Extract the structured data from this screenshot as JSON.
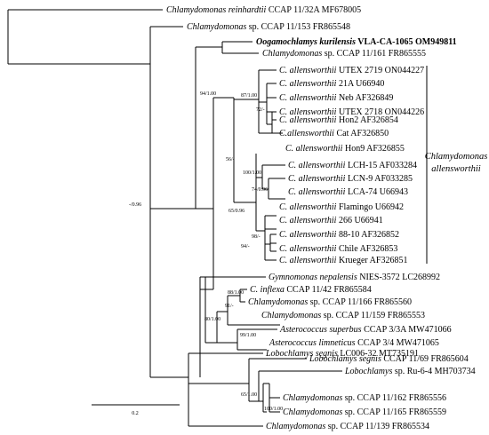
{
  "tips": [
    {
      "genus": "Chlamydomonas",
      "epithet": "reinhardtii",
      "rest": " CCAP 11/32A MF678005"
    },
    {
      "genus": "Chlamydomonas",
      "epithet": "",
      "rest": " sp. CCAP 11/153 FR865548"
    },
    {
      "genus": "Oogamochlamys",
      "epithet": "kurilensis",
      "rest": " VLA-CA-1065 OM949811",
      "bold": true
    },
    {
      "genus": "Chlamydomonas",
      "epithet": "",
      "rest": " sp. CCAP 11/161 FR865555"
    },
    {
      "genus": "C.",
      "epithet": "allensworthii",
      "rest": " UTEX 2719 ON044227"
    },
    {
      "genus": "C.",
      "epithet": "allensworthii",
      "rest": " 21A U66940"
    },
    {
      "genus": "C.",
      "epithet": "allensworthii",
      "rest": " Neb AF326849"
    },
    {
      "genus": "C.",
      "epithet": "allensworthii",
      "rest": " UTEX 2718 ON044226"
    },
    {
      "genus": "C.",
      "epithet": "allensworthii",
      "rest": " Hon2 AF326854"
    },
    {
      "genus": "C.",
      "epithet": "allensworthii",
      "rest": " Cat AF326850"
    },
    {
      "genus": "C.",
      "epithet": "allensworthii",
      "rest": " Hon9 AF326855"
    },
    {
      "genus": "C.",
      "epithet": "allensworthii",
      "rest": " LCH-15 AF033284"
    },
    {
      "genus": "C.",
      "epithet": "allensworthii",
      "rest": " LCN-9 AF033285"
    },
    {
      "genus": "C.",
      "epithet": "allensworthii",
      "rest": " LCA-74 U66943"
    },
    {
      "genus": "C.",
      "epithet": "allensworthii",
      "rest": " Flamingo U66942"
    },
    {
      "genus": "C.",
      "epithet": "allensworthii",
      "rest": " 266 U66941"
    },
    {
      "genus": "C.",
      "epithet": "allensworthii",
      "rest": " 88-10 AF326852"
    },
    {
      "genus": "C.",
      "epithet": "allensworthii",
      "rest": " Chile AF326853"
    },
    {
      "genus": "C.",
      "epithet": "allensworthii",
      "rest": " Krueger AF326851"
    },
    {
      "genus": "Gymnomonas",
      "epithet": "nepalensis",
      "rest": " NIES-3572 LC268992"
    },
    {
      "genus": "C.",
      "epithet": "inflexa",
      "rest": " CCAP 11/42 FR865584"
    },
    {
      "genus": "Chlamydomonas",
      "epithet": "",
      "rest": " sp. CCAP 11/166 FR865560"
    },
    {
      "genus": "Chlamydomonas",
      "epithet": "",
      "rest": " sp. CCAP 11/159 FR865553"
    },
    {
      "genus": "Asterococcus",
      "epithet": "superbus",
      "rest": " CCAP 3/3A MW471066"
    },
    {
      "genus": "Asterococcus",
      "epithet": "limneticus",
      "rest": " CCAP 3/4 MW471065"
    },
    {
      "genus": "Lobochlamys",
      "epithet": "segnis",
      "rest": " LC006-32 MT735191"
    },
    {
      "genus": "Lobochlamys",
      "epithet": "segnis",
      "rest": " CCAP 11/69 FR865604"
    },
    {
      "genus": "Lobochlamys",
      "epithet": "",
      "rest": " sp. Ru-6-4 MH703734"
    },
    {
      "genus": "Chlamydomonas",
      "epithet": "",
      "rest": " sp. CCAP 11/162 FR865556"
    },
    {
      "genus": "Chlamydomonas",
      "epithet": "",
      "rest": " sp. CCAP 11/165 FR865559"
    },
    {
      "genus": "Chlamydomonas",
      "epithet": "",
      "rest": " sp. CCAP 11/139 FR865534"
    }
  ],
  "support": [
    "94/1.00",
    "87/1.00",
    "72/-",
    "56/-",
    "-/0.96",
    "100/1.00",
    "74/0.96",
    "65/0.96",
    "98/-",
    "94/-",
    "88/1.00",
    "91/-",
    "80/1.00",
    "99/1.00",
    "65/1.00",
    "100/1.00"
  ],
  "clade_label": {
    "line1": "Chlamydomonas",
    "line2": "allensworthii"
  },
  "scale_label": "0.2"
}
